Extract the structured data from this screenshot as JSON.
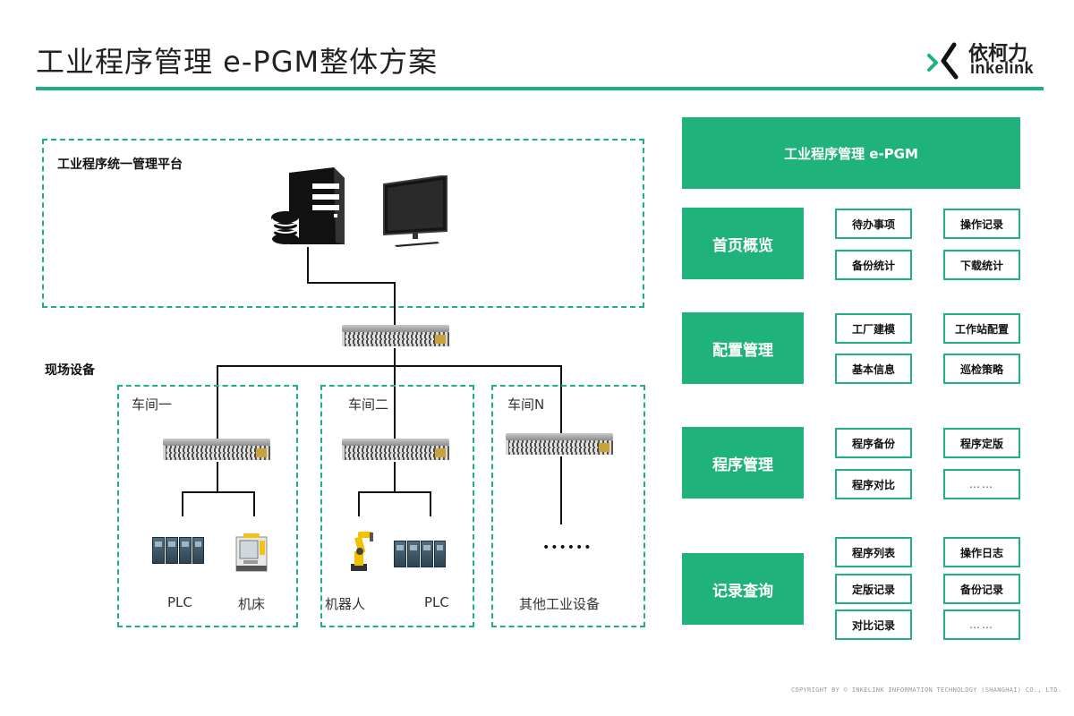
{
  "header": {
    "title": "工业程序管理 e-PGM整体方案",
    "logo_cn": "依柯力",
    "logo_en": "inkelink",
    "accent_color": "#1fb27a"
  },
  "diagram": {
    "platform_label": "工业程序统一管理平台",
    "field_label": "现场设备",
    "workshops": [
      {
        "name": "车间一",
        "devices": [
          "PLC",
          "机床"
        ]
      },
      {
        "name": "车间二",
        "devices": [
          "机器人",
          "PLC"
        ]
      },
      {
        "name": "车间N",
        "devices": [
          "其他工业设备"
        ],
        "ellipsis": "••••••"
      }
    ]
  },
  "modules": {
    "title": "工业程序管理 e-PGM",
    "groups": [
      {
        "name": "首页概览",
        "items": [
          "待办事项",
          "操作记录",
          "备份统计",
          "下载统计"
        ]
      },
      {
        "name": "配置管理",
        "items": [
          "工厂建模",
          "工作站配置",
          "基本信息",
          "巡检策略"
        ]
      },
      {
        "name": "程序管理",
        "items": [
          "程序备份",
          "程序定版",
          "程序对比",
          "……"
        ]
      },
      {
        "name": "记录查询",
        "items": [
          "程序列表",
          "操作日志",
          "定版记录",
          "备份记录",
          "对比记录",
          "……"
        ]
      }
    ]
  },
  "footer": {
    "copyright": "COPYRIGHT BY © INKELINK INFORMATION TECHNOLOGY (SHANGHAI) CO., LTD."
  }
}
